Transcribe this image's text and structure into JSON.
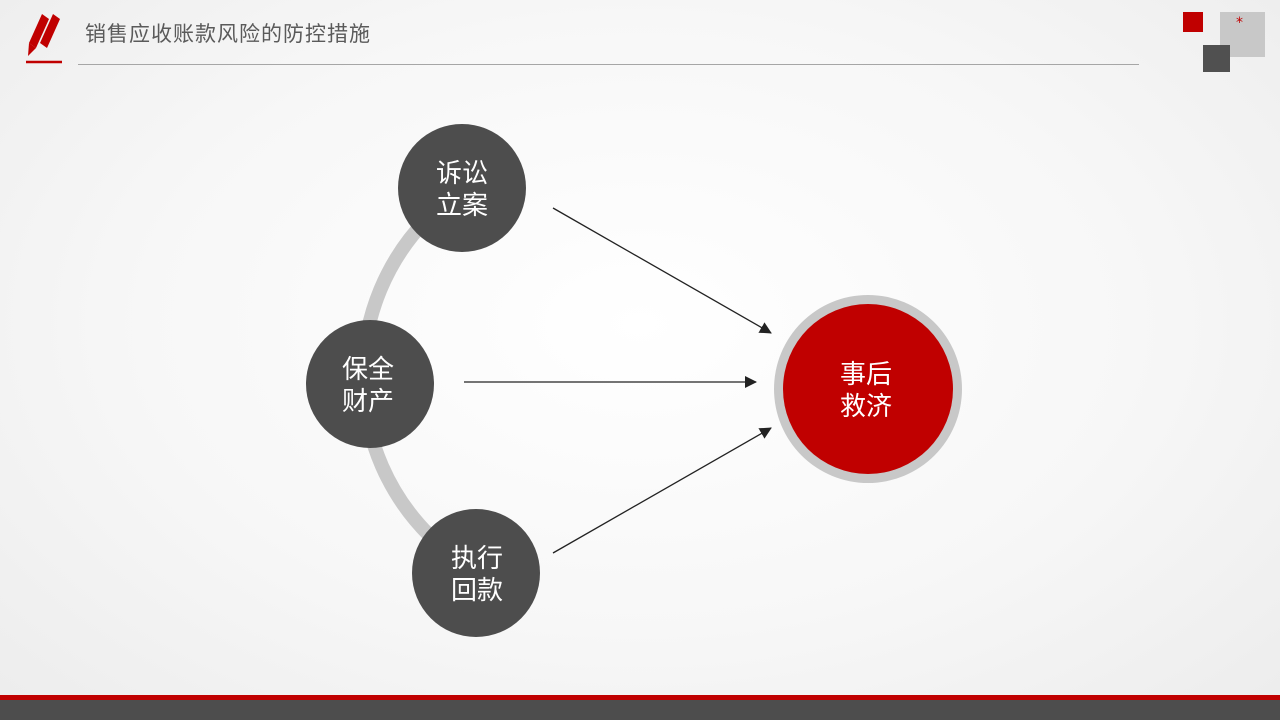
{
  "header": {
    "title": "销售应收账款风险的防控措施",
    "mark": "*"
  },
  "colors": {
    "accent_red": "#c00000",
    "node_dark": "#4d4d4d",
    "arc_gray": "#c8c8c8",
    "text_white": "#ffffff"
  },
  "icons": [
    "pencil-icon"
  ],
  "diagram": {
    "sources": [
      {
        "line1": "诉讼",
        "line2": "立案"
      },
      {
        "line1": "保全",
        "line2": "财产"
      },
      {
        "line1": "执行",
        "line2": "回款"
      }
    ],
    "target": {
      "line1": "事后",
      "line2": "救济"
    }
  }
}
